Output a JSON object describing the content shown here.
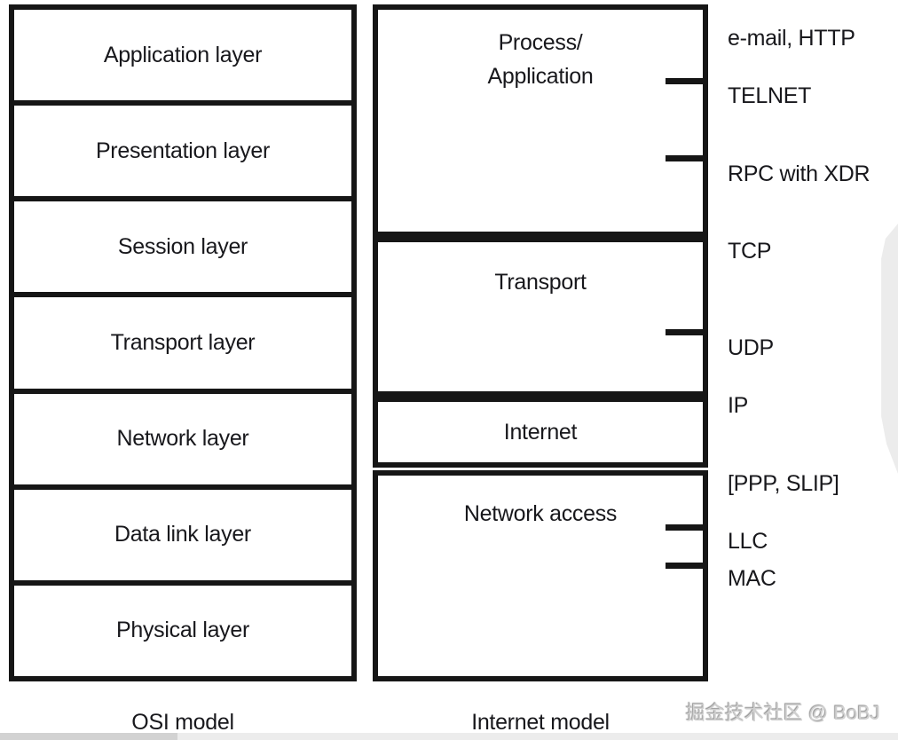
{
  "osi_model": {
    "caption": "OSI model",
    "layers": [
      "Application layer",
      "Presentation layer",
      "Session layer",
      "Transport layer",
      "Network layer",
      "Data link layer",
      "Physical layer"
    ]
  },
  "internet_model": {
    "caption": "Internet model",
    "layers": [
      {
        "name": "Process/\nApplication"
      },
      {
        "name": "Transport"
      },
      {
        "name": "Internet"
      },
      {
        "name": "Network access"
      }
    ]
  },
  "protocols": [
    {
      "label": "e-mail, HTTP"
    },
    {
      "label": "TELNET"
    },
    {
      "label": "RPC with XDR"
    },
    {
      "label": "TCP"
    },
    {
      "label": "UDP"
    },
    {
      "label": "IP"
    },
    {
      "label": "[PPP, SLIP]"
    },
    {
      "label": "LLC"
    },
    {
      "label": "MAC"
    }
  ],
  "watermark": "掘金技术社区 @ BoBJ",
  "colors": {
    "line": "#161616",
    "text": "#18181c",
    "decorative_gray": "#ececec"
  }
}
